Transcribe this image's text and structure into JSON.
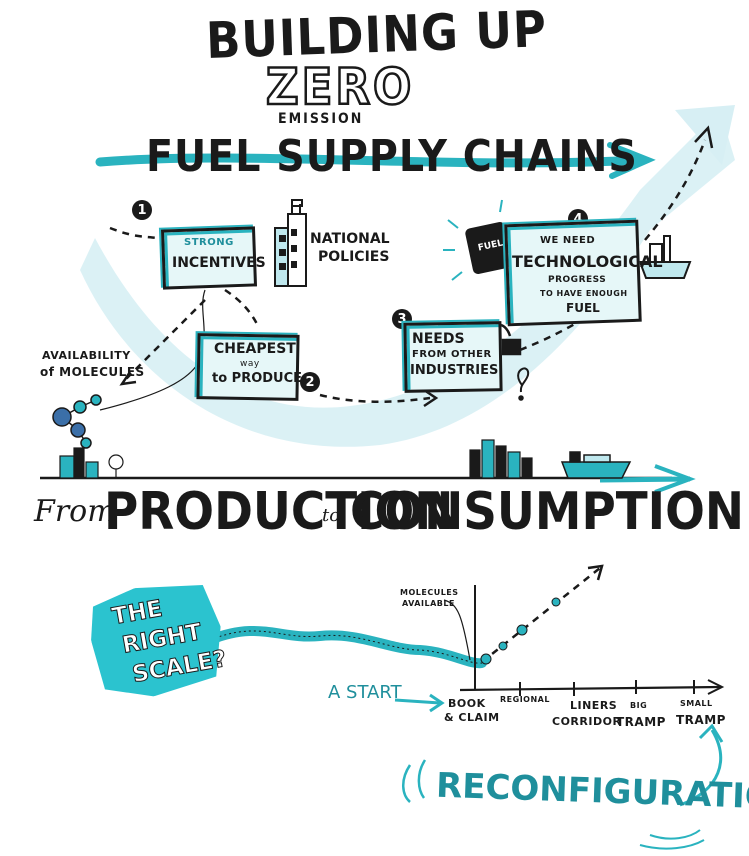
{
  "title": {
    "line1": "BUILDING UP",
    "line2": "ZERO",
    "line3": "EMISSION",
    "line4": "FUEL SUPPLY CHAINS"
  },
  "steps": {
    "n1": "1",
    "n2": "2",
    "n3": "3",
    "n4": "4"
  },
  "boxes": {
    "strong": {
      "l1": "STRONG",
      "l2": "INCENTIVES"
    },
    "national": {
      "l1": "NATIONAL",
      "l2": "POLICIES"
    },
    "cheapest": {
      "l1": "CHEAPEST",
      "l2": "way",
      "l3": "to PRODUCE"
    },
    "needs": {
      "l1": "NEEDS",
      "l2": "FROM OTHER",
      "l3": "INDUSTRIES"
    },
    "tech": {
      "l1": "WE NEED",
      "l2": "TECHNOLOGICAL",
      "l3": "PROGRESS",
      "l4": "TO HAVE ENOUGH",
      "l5": "FUEL"
    },
    "fuel_can": "FUEL"
  },
  "availability": {
    "l1": "AVAILABILITY",
    "l2": "of MOLECULES"
  },
  "band": {
    "from": "From",
    "production": "PRODUCTION",
    "to": "to",
    "consumption": "CONSUMPTION"
  },
  "right_scale": {
    "l1": "THE",
    "l2": "RIGHT",
    "l3": "SCALE?"
  },
  "axis": {
    "molecules": {
      "l1": "MOLECULES",
      "l2": "AVAILABLE"
    },
    "start": "A START",
    "ticks": [
      {
        "l1": "BOOK",
        "l2": "& CLAIM"
      },
      {
        "l1": "REGIONAL",
        "l2": ""
      },
      {
        "l1": "LINERS",
        "l2": "CORRIDOR"
      },
      {
        "l1": "BIG",
        "l2": "TRAMP"
      },
      {
        "l1": "SMALL",
        "l2": "TRAMP"
      }
    ]
  },
  "reconfiguration": "RECONFIGURATION",
  "colors": {
    "teal": "#2ab3bf",
    "light_teal": "#d3eef2",
    "ink": "#1a1a1a"
  }
}
